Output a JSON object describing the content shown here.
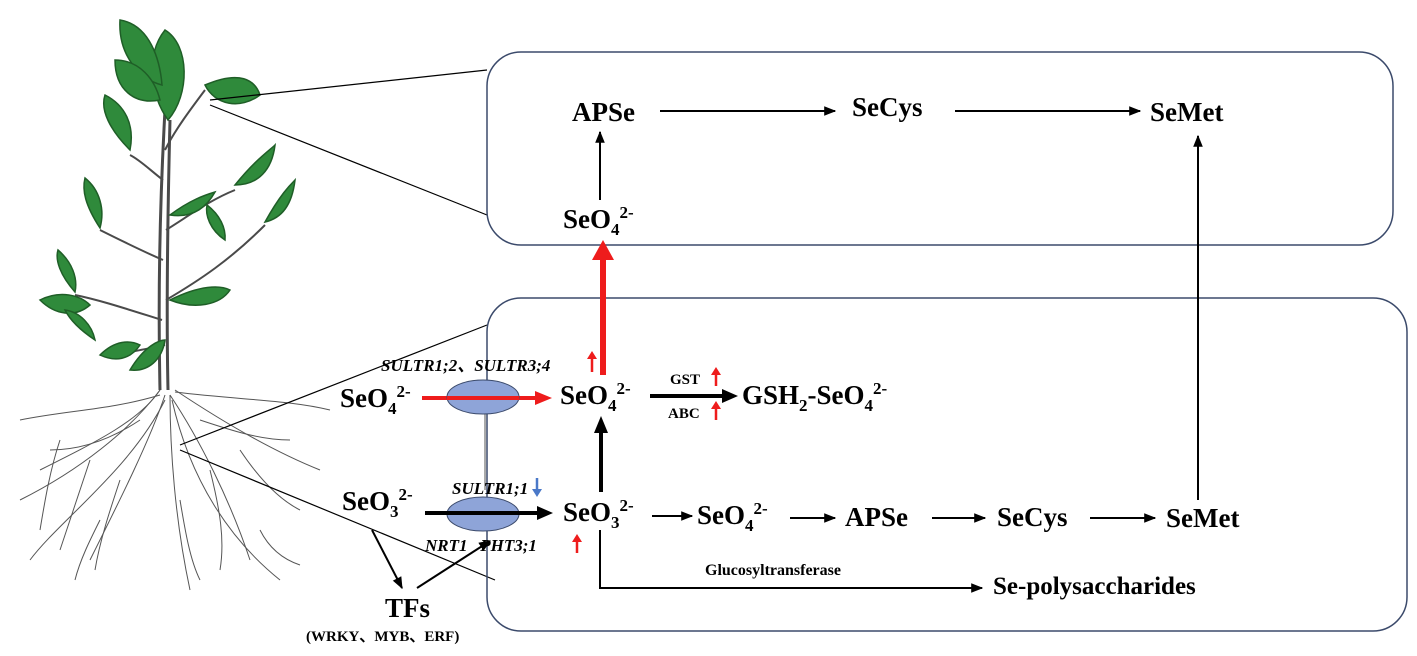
{
  "colors": {
    "box_border": "#3b4a6b",
    "leaf": "#2f8a3b",
    "leaf_dark": "#1f5e27",
    "transporter": "#8ea4d8",
    "red_arrow": "#ee1c1c",
    "blue_arrow": "#4a78c8",
    "black": "#000000"
  },
  "top_box": {
    "apse": "APSe",
    "secys": "SeCys",
    "semet": "SeMet",
    "seo4": {
      "base": "SeO",
      "sub": "4",
      "sup": "2-"
    }
  },
  "bottom_box": {
    "outside_seo4": {
      "base": "SeO",
      "sub": "4",
      "sup": "2-"
    },
    "inside_seo4": {
      "base": "SeO",
      "sub": "4",
      "sup": "2-"
    },
    "gsh": {
      "base": "GSH",
      "sub1": "2",
      "mid": "-SeO",
      "sub2": "4",
      "sup": "2-"
    },
    "gst_label": "GST",
    "abc_label": "ABC",
    "sultr_upper": "SULTR1;2、SULTR3;4",
    "sultr_lower": "SULTR1;1",
    "outside_seo3": {
      "base": "SeO",
      "sub": "3",
      "sup": "2-"
    },
    "inside_seo3": {
      "base": "SeO",
      "sub": "3",
      "sup": "2-"
    },
    "chain_seo4": {
      "base": "SeO",
      "sub": "4",
      "sup": "2-"
    },
    "chain_apse": "APSe",
    "chain_secys": "SeCys",
    "chain_semet": "SeMet",
    "nrt_pht": "NRT1   PHT3;1",
    "glucosyltransferase": "Glucosyltransferase",
    "polysaccharides": "Se-polysaccharides",
    "tfs": "TFs",
    "tfs_list": "(WRKY、MYB、ERF)"
  },
  "icons": {
    "plant": "plant-illustration-icon",
    "transporter": "membrane-transporter-icon",
    "up_arrow": "upregulated-arrow-icon",
    "down_arrow": "downregulated-arrow-icon"
  }
}
